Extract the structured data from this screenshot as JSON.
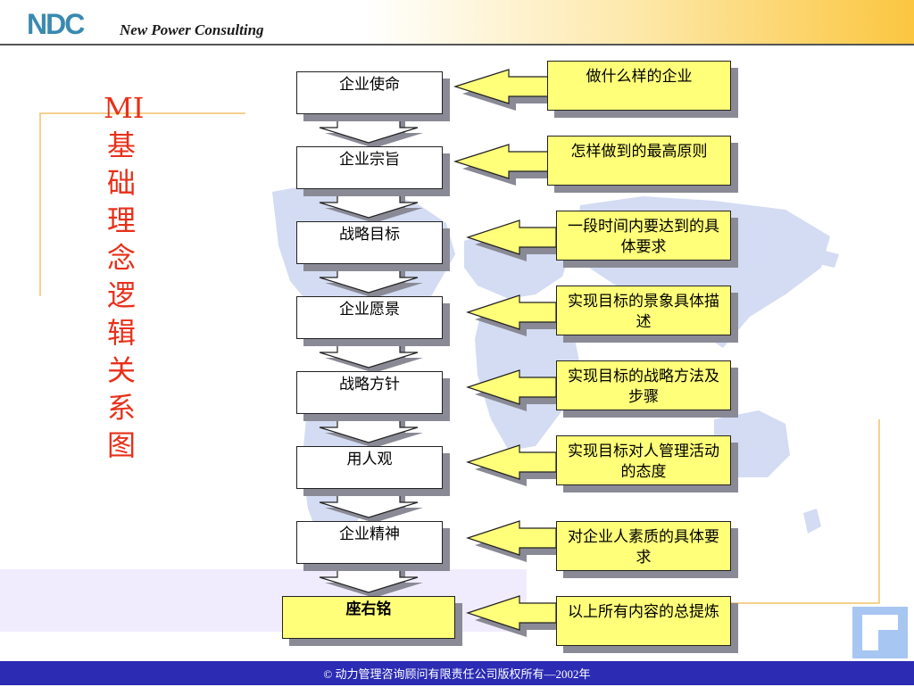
{
  "header": {
    "logo_text": "NDC",
    "company": "New Power Consulting"
  },
  "title_chars": [
    "MI",
    "基",
    "础",
    "理",
    "念",
    "逻",
    "辑",
    "关",
    "系",
    "图"
  ],
  "left_boxes": [
    "企业使命",
    "企业宗旨",
    "战略目标",
    "企业愿景",
    "战略方针",
    "用人观",
    "企业精神",
    "座右铭"
  ],
  "right_boxes": [
    "做什么样的企业",
    "怎样做到的最高原则",
    "一段时间内要达到的具体要求",
    "实现目标的景象具体描述",
    "实现目标的战略方法及步骤",
    "实现目标对人管理活动的态度",
    "对企业人素质的具体要求",
    "以上所有内容的总提炼"
  ],
  "footer": "© 动力管理咨询顾问有限责任公司版权所有—2002年",
  "colors": {
    "title_red": "#e8301a",
    "box_yellow": "#ffff7a",
    "footer_blue": "#2b2bb4",
    "map_blue": "#d3dcf3"
  }
}
